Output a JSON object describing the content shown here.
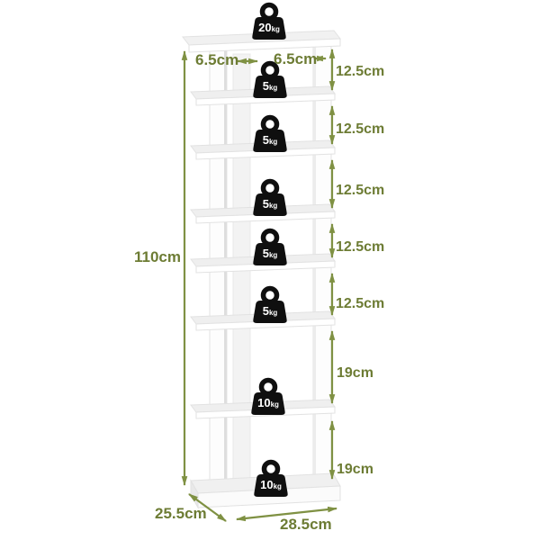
{
  "diagram_title": "shoe-rack-dimension-diagram",
  "dimensions": {
    "total_height": "110cm",
    "top_left_offset": "6.5cm",
    "top_right_offset": "6.5cm",
    "gaps": [
      "12.5cm",
      "12.5cm",
      "12.5cm",
      "12.5cm",
      "12.5cm",
      "19cm",
      "19cm"
    ],
    "base_depth": "25.5cm",
    "base_width": "28.5cm"
  },
  "weights": {
    "unit": "kg",
    "items": [
      {
        "value": "20"
      },
      {
        "value": "5"
      },
      {
        "value": "5"
      },
      {
        "value": "5"
      },
      {
        "value": "5"
      },
      {
        "value": "5"
      },
      {
        "value": "10"
      },
      {
        "value": "10"
      }
    ]
  },
  "colors": {
    "dimension_text": "#6d7c34",
    "arrow": "#7f9143",
    "weight_icon": "#0f0f0f",
    "weight_text": "#ffffff",
    "furniture_face": "#ffffff",
    "furniture_top": "#efefef",
    "furniture_edge": "#e2e2e2",
    "background": "#ffffff"
  }
}
